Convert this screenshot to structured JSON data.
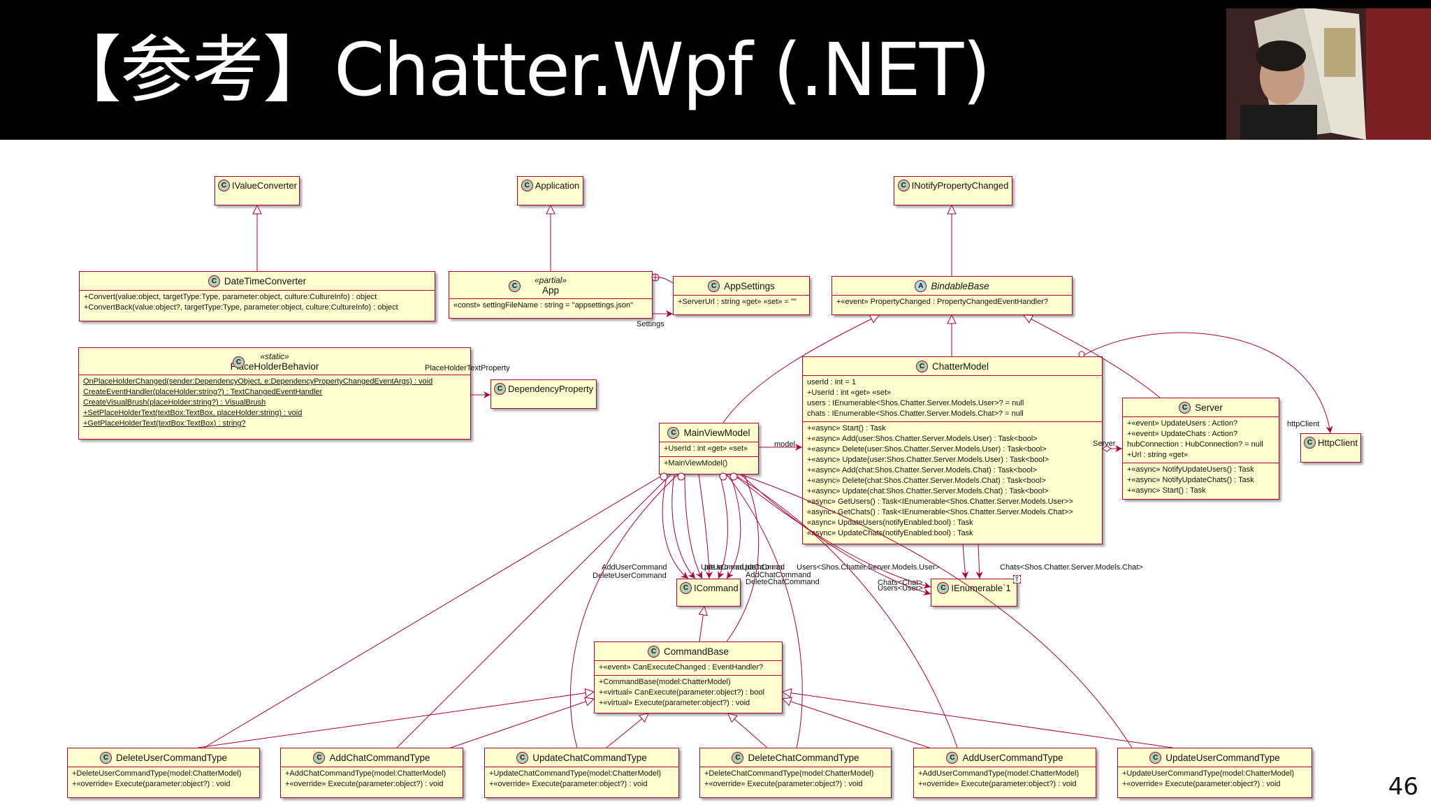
{
  "slide": {
    "title": "【参考】Chatter.Wpf (.NET)",
    "page_number": "46"
  },
  "colors": {
    "class_fill": "#fefece",
    "class_border": "#a80036",
    "class_marker": "#add1b2",
    "abstract_marker": "#a9dcdf",
    "header_bg": "#000000"
  },
  "classes": {
    "ivalueconverter": {
      "marker": "C",
      "name": "IValueConverter"
    },
    "application": {
      "marker": "C",
      "name": "Application"
    },
    "inotifypropertychanged": {
      "marker": "C",
      "name": "INotifyPropertyChanged"
    },
    "datetimeconverter": {
      "marker": "C",
      "name": "DateTimeConverter",
      "methods": [
        "+Convert(value:object, targetType:Type, parameter:object, culture:CultureInfo) : object",
        "+ConvertBack(value:object?, targetType:Type, parameter:object, culture:CultureInfo) : object"
      ]
    },
    "app": {
      "marker": "C",
      "stereotype": "«partial»",
      "name": "App",
      "fields": [
        "«const» settingFileName : string = \"appsettings.json\""
      ]
    },
    "appsettings": {
      "marker": "C",
      "name": "AppSettings",
      "fields": [
        "+ServerUrl : string «get» «set» = \"\""
      ]
    },
    "bindablebase": {
      "marker": "A",
      "name": "BindableBase",
      "fields": [
        "+«event» PropertyChanged : PropertyChangedEventHandler?"
      ]
    },
    "placeholderbehavior": {
      "marker": "C",
      "stereotype": "«static»",
      "name": "PlaceHolderBehavior",
      "methods": [
        "OnPlaceHolderChanged(sender:DependencyObject, e:DependencyPropertyChangedEventArgs) : void",
        "CreateEventHandler(placeHolder:string?) : TextChangedEventHandler",
        "CreateVisualBrush(placeHolder:string?) : VisualBrush",
        "+SetPlaceHolderText(textBox:TextBox, placeHolder:string) : void",
        "+GetPlaceHolderText(textBox:TextBox) : string?"
      ]
    },
    "dependencyproperty": {
      "marker": "C",
      "name": "DependencyProperty"
    },
    "chattermodel": {
      "marker": "C",
      "name": "ChatterModel",
      "fields": [
        "userId : int = 1",
        "+UserId : int «get» «set»",
        "users : IEnumerable<Shos.Chatter.Server.Models.User>? = null",
        "chats : IEnumerable<Shos.Chatter.Server.Models.Chat>? = null"
      ],
      "methods": [
        "+«async» Start() : Task",
        "+«async» Add(user:Shos.Chatter.Server.Models.User) : Task<bool>",
        "+«async» Delete(user:Shos.Chatter.Server.Models.User) : Task<bool>",
        "+«async» Update(user:Shos.Chatter.Server.Models.User) : Task<bool>",
        "+«async» Add(chat:Shos.Chatter.Server.Models.Chat) : Task<bool>",
        "+«async» Delete(chat:Shos.Chatter.Server.Models.Chat) : Task<bool>",
        "+«async» Update(chat:Shos.Chatter.Server.Models.Chat) : Task<bool>",
        "«async» GetUsers() : Task<IEnumerable<Shos.Chatter.Server.Models.User>>",
        "«async» GetChats() : Task<IEnumerable<Shos.Chatter.Server.Models.Chat>>",
        "«async» UpdateUsers(notifyEnabled:bool) : Task",
        "«async» UpdateChats(notifyEnabled:bool) : Task"
      ]
    },
    "server": {
      "marker": "C",
      "name": "Server",
      "fields": [
        "+«event» UpdateUsers : Action?",
        "+«event» UpdateChats : Action?",
        "hubConnection : HubConnection? = null",
        "+Url : string «get»"
      ],
      "methods": [
        "+«async» NotifyUpdateUsers() : Task",
        "+«async» NotifyUpdateChats() : Task",
        "+«async» Start() : Task"
      ]
    },
    "httpclient": {
      "marker": "C",
      "name": "HttpClient"
    },
    "mainviewmodel": {
      "marker": "C",
      "name": "MainViewModel",
      "fields": [
        "+UserId : int «get» «set»"
      ],
      "methods": [
        "+MainViewModel()"
      ]
    },
    "icommand": {
      "marker": "C",
      "name": "ICommand"
    },
    "ienumerable": {
      "marker": "C",
      "name": "IEnumerable`1",
      "type_param": "T"
    },
    "commandbase": {
      "marker": "C",
      "name": "CommandBase",
      "fields": [
        "+«event» CanExecuteChanged : EventHandler?"
      ],
      "methods": [
        "+CommandBase(model:ChatterModel)",
        "+«virtual» CanExecute(parameter:object?) : bool",
        "+«virtual» Execute(parameter:object?) : void"
      ]
    },
    "deleteusercommandtype": {
      "marker": "C",
      "name": "DeleteUserCommandType",
      "methods": [
        "+DeleteUserCommandType(model:ChatterModel)",
        "+«override» Execute(parameter:object?) : void"
      ]
    },
    "addchatcommandtype": {
      "marker": "C",
      "name": "AddChatCommandType",
      "methods": [
        "+AddChatCommandType(model:ChatterModel)",
        "+«override» Execute(parameter:object?) : void"
      ]
    },
    "updatechatcommandtype": {
      "marker": "C",
      "name": "UpdateChatCommandType",
      "methods": [
        "+UpdateChatCommandType(model:ChatterModel)",
        "+«override» Execute(parameter:object?) : void"
      ]
    },
    "deletechatcommandtype": {
      "marker": "C",
      "name": "DeleteChatCommandType",
      "methods": [
        "+DeleteChatCommandType(model:ChatterModel)",
        "+«override» Execute(parameter:object?) : void"
      ]
    },
    "addusercommandtype": {
      "marker": "C",
      "name": "AddUserCommandType",
      "methods": [
        "+AddUserCommandType(model:ChatterModel)",
        "+«override» Execute(parameter:object?) : void"
      ]
    },
    "updateusercommandtype": {
      "marker": "C",
      "name": "UpdateUserCommandType",
      "methods": [
        "+UpdateUserCommandType(model:ChatterModel)",
        "+«override» Execute(parameter:object?) : void"
      ]
    }
  },
  "edge_labels": {
    "settings": "Settings",
    "placeholdertext": "PlaceHolderTextProperty",
    "model": "model",
    "server": "Server",
    "httpclient": "httpClient",
    "addusercommand": "AddUserCommand",
    "deleteusercommand": "DeleteUserCommand",
    "overlap_commands": "UpdateUserCommand UpdateChatCommand",
    "users_ienum": "Users<Shos.Chatter.Server.Models.User>",
    "addchatcommand": "AddChatCommand",
    "deletechatcommand": "DeleteChatCommand",
    "chats_ienum": "Chats<Shos.Chatter.Server.Models.Chat>",
    "chats_chat": "Chats<Chat>",
    "users_user": "Users<User>"
  }
}
